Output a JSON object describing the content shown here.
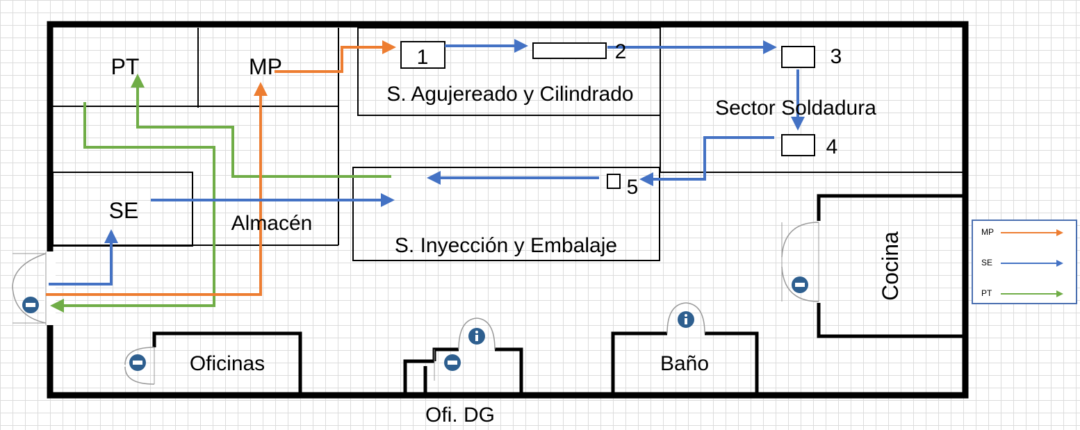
{
  "rooms": {
    "pt": "PT",
    "mp": "MP",
    "se": "SE",
    "almacen": "Almacén",
    "agujereado": "S. Agujereado y Cilindrado",
    "soldadura": "Sector Soldadura",
    "inyeccion": "S. Inyección y Embalaje",
    "cocina": "Cocina",
    "oficinas": "Oficinas",
    "bano": "Baño",
    "ofi_dg": "Ofi. DG"
  },
  "stations": {
    "s1": "1",
    "s2": "2",
    "s3": "3",
    "s4": "4",
    "s5": "5"
  },
  "legend": {
    "mp": "MP",
    "se": "SE",
    "pt": "PT"
  },
  "colors": {
    "mp": "#ed7d31",
    "se": "#4472c4",
    "pt": "#70ad47",
    "door_icon": "#2e5f8f"
  },
  "icons": {
    "door": "door-icon",
    "info": "info-icon"
  }
}
